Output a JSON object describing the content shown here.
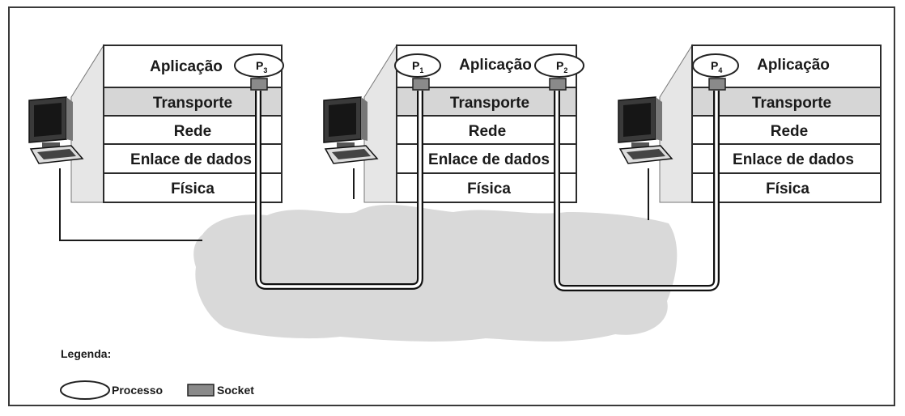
{
  "layers": [
    "Aplicação",
    "Transporte",
    "Rede",
    "Enlace de dados",
    "Física"
  ],
  "processes": [
    {
      "letter": "P",
      "sub": "3"
    },
    {
      "letter": "P",
      "sub": "1"
    },
    {
      "letter": "P",
      "sub": "2"
    },
    {
      "letter": "P",
      "sub": "4"
    }
  ],
  "legend": {
    "title": "Legenda:",
    "process_label": "Processo",
    "socket_label": "Socket"
  },
  "colors": {
    "border": "#2b2b2b",
    "transport_fill": "#d6d6d6",
    "socket_fill": "#8a8a8a",
    "cloud_fill": "#d9d9d9",
    "connection_line": "#111111"
  }
}
